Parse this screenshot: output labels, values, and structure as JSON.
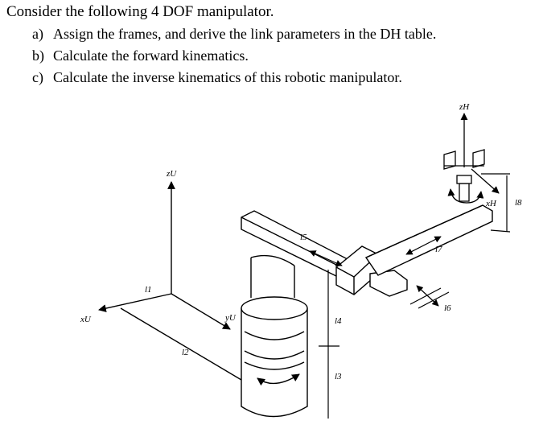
{
  "question": {
    "title": "Consider the following 4 DOF manipulator.",
    "items": [
      {
        "letter": "a)",
        "text": "Assign the frames, and derive the link parameters in the DH table."
      },
      {
        "letter": "b)",
        "text": "Calculate the forward kinematics."
      },
      {
        "letter": "c)",
        "text": "Calculate the inverse kinematics of this robotic manipulator."
      }
    ]
  },
  "diagram": {
    "frame_labels": {
      "zU": "zU",
      "xU": "xU",
      "yU": "yU",
      "zH": "zH",
      "xH": "xH"
    },
    "link_labels": {
      "l1": "l1",
      "l2": "l2",
      "l3": "l3",
      "l4": "l4",
      "l5": "l5",
      "l6": "l6",
      "l7": "l7",
      "l8": "l8"
    }
  }
}
